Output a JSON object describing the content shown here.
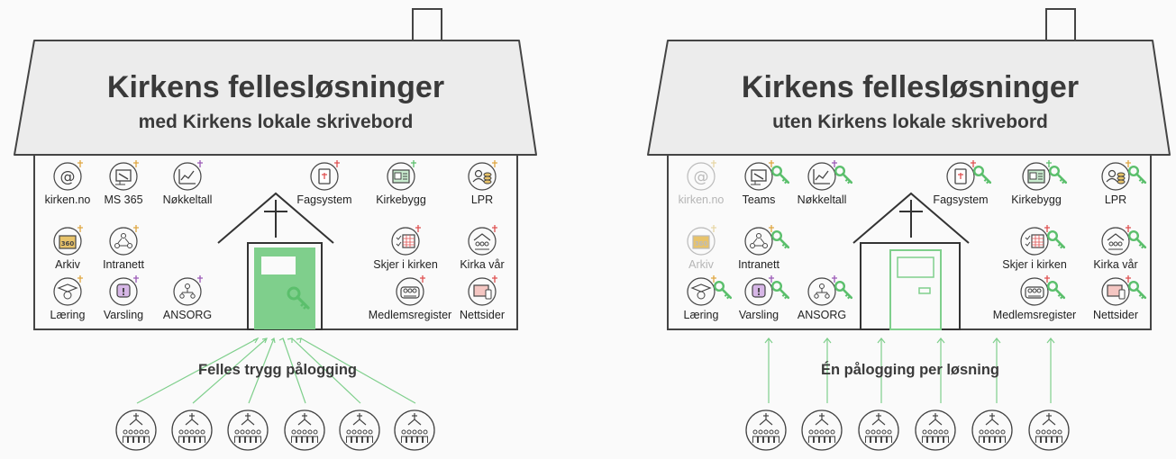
{
  "left": {
    "title": "Kirkens fellesløsninger",
    "subtitle": "med Kirkens lokale skrivebord",
    "caption": "Felles trygg pålogging",
    "apps": [
      {
        "label": "kirken.no",
        "icon": "at-sign-icon"
      },
      {
        "label": "MS 365",
        "icon": "document-edit-icon"
      },
      {
        "label": "Nøkkeltall",
        "icon": "line-chart-icon"
      },
      {
        "label": "Fagsystem",
        "icon": "book-icon"
      },
      {
        "label": "Kirkebygg",
        "icon": "photo-list-icon"
      },
      {
        "label": "LPR",
        "icon": "people-coins-icon"
      },
      {
        "label": "Arkiv",
        "icon": "archive-360-icon"
      },
      {
        "label": "Intranett",
        "icon": "network-people-icon"
      },
      {
        "label": "Skjer i kirken",
        "icon": "calendar-check-icon"
      },
      {
        "label": "Kirka vår",
        "icon": "church-people-icon"
      },
      {
        "label": "Læring",
        "icon": "graduation-cap-icon"
      },
      {
        "label": "Varsling",
        "icon": "alert-bubble-icon"
      },
      {
        "label": "ANSORG",
        "icon": "org-chart-icon"
      },
      {
        "label": "Medlemsregister",
        "icon": "members-icon"
      },
      {
        "label": "Nettsider",
        "icon": "devices-icon"
      }
    ]
  },
  "right": {
    "title": "Kirkens fellesløsninger",
    "subtitle": "uten Kirkens lokale skrivebord",
    "caption": "Én pålogging per løsning",
    "apps": [
      {
        "label": "kirken.no",
        "icon": "at-sign-icon",
        "dimmed": true
      },
      {
        "label": "Teams",
        "icon": "document-edit-icon"
      },
      {
        "label": "Nøkkeltall",
        "icon": "line-chart-icon"
      },
      {
        "label": "Fagsystem",
        "icon": "book-icon"
      },
      {
        "label": "Kirkebygg",
        "icon": "photo-list-icon"
      },
      {
        "label": "LPR",
        "icon": "people-coins-icon"
      },
      {
        "label": "Arkiv",
        "icon": "archive-360-icon",
        "dimmed": true
      },
      {
        "label": "Intranett",
        "icon": "network-people-icon"
      },
      {
        "label": "Skjer i kirken",
        "icon": "calendar-check-icon"
      },
      {
        "label": "Kirka vår",
        "icon": "church-people-icon"
      },
      {
        "label": "Læring",
        "icon": "graduation-cap-icon"
      },
      {
        "label": "Varsling",
        "icon": "alert-bubble-icon"
      },
      {
        "label": "ANSORG",
        "icon": "org-chart-icon"
      },
      {
        "label": "Medlemsregister",
        "icon": "members-icon"
      },
      {
        "label": "Nettsider",
        "icon": "devices-icon"
      }
    ]
  },
  "colors": {
    "green": "#7fcf8c",
    "door_green": "#86c98e",
    "outline": "#4a4a4a",
    "roof_fill": "#ececec"
  }
}
